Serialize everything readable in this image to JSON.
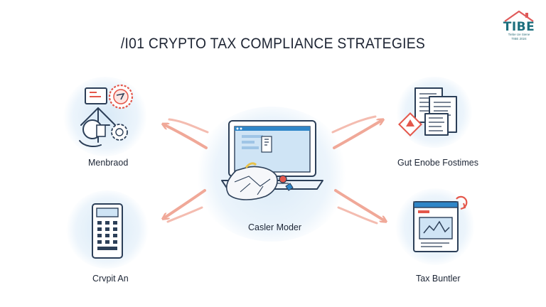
{
  "title": "/I01 CRYPTO TAX COMPLIANCE STRATEGIES",
  "logo": {
    "text": "TIBE",
    "subtitle": "Tiebe Ue Siene",
    "subtitle2": "TIBE 2024"
  },
  "nodes": {
    "center": {
      "label": "Casler Moder",
      "icon": "laptop-icon"
    },
    "top_left": {
      "label": "Menbraod",
      "icon": "network-seals-icon"
    },
    "bottom_left": {
      "label": "Crvpit An",
      "icon": "calculator-icon"
    },
    "top_right": {
      "label": "Gut Enobe Fostimes",
      "icon": "documents-icon"
    },
    "bottom_right": {
      "label": "Tax Buntler",
      "icon": "tax-window-icon"
    }
  },
  "colors": {
    "arrow": "#f0a898",
    "ink": "#2c3f58",
    "accent_blue": "#2f86c8",
    "accent_red": "#e4574b",
    "blob": "#d9eaf7"
  }
}
